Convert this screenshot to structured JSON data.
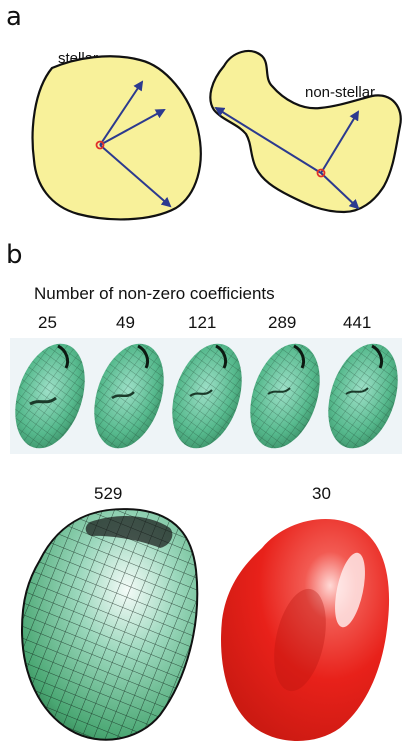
{
  "panel_a": {
    "letter": "a",
    "stellar_label": "stellar",
    "nonstellar_label": "non-stellar"
  },
  "panel_b": {
    "letter": "b",
    "heading": "Number of non-zero coefficients",
    "small_counts": [
      "25",
      "49",
      "121",
      "289",
      "441"
    ],
    "large_left_count": "529",
    "large_right_count": "30"
  },
  "colors": {
    "shape_fill": "#f8f19a",
    "outline": "#111111",
    "arrow": "#2c3a8f",
    "center_marker": "#e0302a",
    "mesh_green": "#4fb48a",
    "mesh_teal": "#74c9b0",
    "red_surface": "#e8211a"
  }
}
